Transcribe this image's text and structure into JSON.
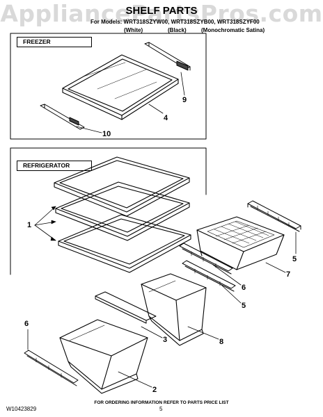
{
  "watermark": "AppliancePartsPros.com",
  "header": {
    "title": "SHELF PARTS",
    "models_line": "For Models: WRT318SZYW00, WRT318SZYB00, WRT318SZYF00",
    "colors": [
      "(White)",
      "(Black)",
      "(Monochromatic Satina)"
    ]
  },
  "sections": {
    "freezer": "FREEZER",
    "refrigerator": "REFRIGERATOR"
  },
  "callouts": {
    "c1": "1",
    "c2": "2",
    "c3": "3",
    "c4": "4",
    "c5a": "5",
    "c5b": "5",
    "c6a": "6",
    "c6b": "6",
    "c7": "7",
    "c8": "8",
    "c9": "9",
    "c10": "10"
  },
  "footer": {
    "doc_number": "W10423829",
    "page": "5",
    "notice": "FOR ORDERING INFORMATION REFER TO PARTS PRICE LIST"
  }
}
